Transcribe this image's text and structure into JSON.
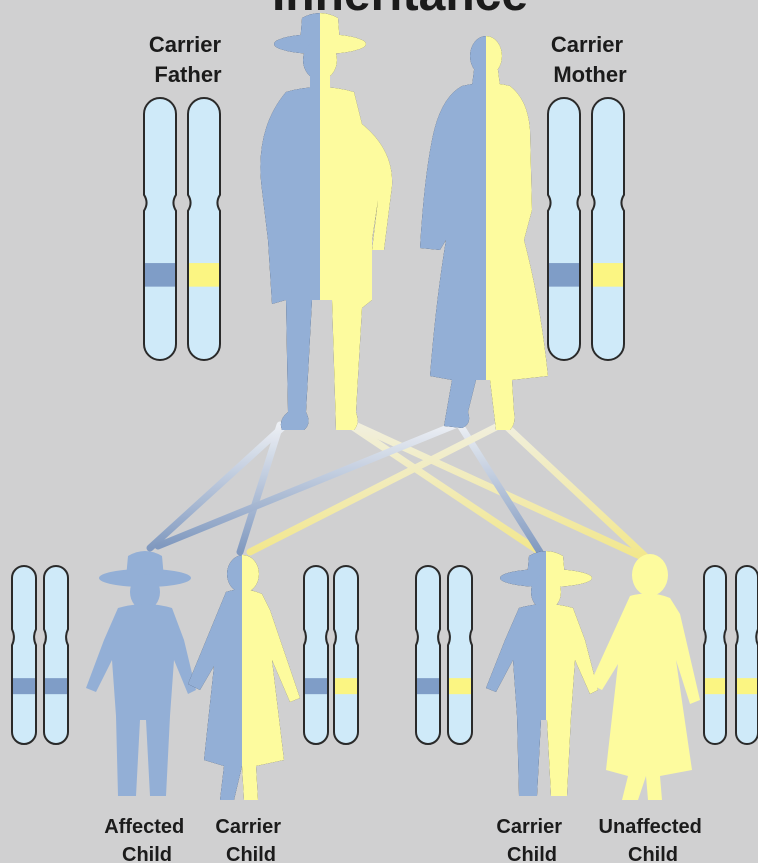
{
  "title": "Inheritance",
  "labels": {
    "father": [
      "Carrier",
      "Father"
    ],
    "mother": [
      "Carrier",
      "Mother"
    ],
    "child1": [
      "Affected",
      "Child"
    ],
    "child2": [
      "Carrier",
      "Child"
    ],
    "child3": [
      "Carrier",
      "Child"
    ],
    "child4": [
      "Unaffected",
      "Child"
    ]
  },
  "colors": {
    "background": "#d0d0d1",
    "blue": "#93afd6",
    "yellow": "#fdfb9e",
    "chromosome_fill": "#cfeaf9",
    "chromosome_outline": "#2a2a2a",
    "band_blue": "#7f9dc7",
    "band_yellow": "#fbf582"
  },
  "chromosome_pairs": {
    "father": [
      "blue",
      "yellow"
    ],
    "mother": [
      "blue",
      "yellow"
    ],
    "child1": [
      "blue",
      "blue"
    ],
    "child2": [
      "blue",
      "yellow"
    ],
    "child3": [
      "blue",
      "yellow"
    ],
    "child4": [
      "yellow",
      "yellow"
    ]
  }
}
